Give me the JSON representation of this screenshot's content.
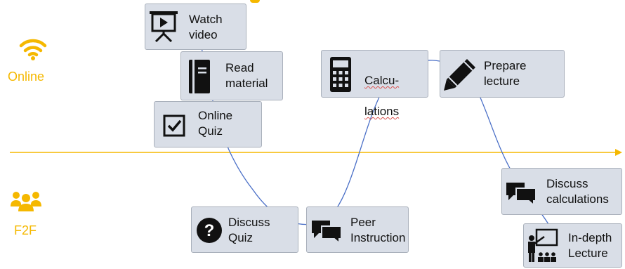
{
  "zones": {
    "online_label": "Online",
    "f2f_label": "F2F"
  },
  "activities": {
    "watch_video": "Watch\nvideo",
    "read_material": "Read\nmaterial",
    "online_quiz": "Online\nQuiz",
    "calculations_1": "Calcu-",
    "calculations_2": "lations",
    "prepare_lecture": "Prepare\nlecture",
    "discuss_quiz": "Discuss\nQuiz",
    "peer_instruction": "Peer\nInstruction",
    "discuss_calculations": "Discuss\ncalculations",
    "in_depth_lecture": "In-depth\nLecture"
  },
  "colors": {
    "accent": "#f5b800",
    "box_fill": "#d9dee7",
    "curve": "#4a6fc7"
  },
  "icons": {
    "online": "wifi-icon",
    "f2f": "group-icon",
    "watch_video": "video-presentation-icon",
    "read_material": "book-icon",
    "online_quiz": "checkbox-icon",
    "calculations": "calculator-icon",
    "prepare_lecture": "pencil-icon",
    "discuss_quiz": "question-icon",
    "peer_instruction": "chat-bubbles-icon",
    "discuss_calculations": "chat-bubbles-icon",
    "in_depth_lecture": "teacher-icon"
  }
}
